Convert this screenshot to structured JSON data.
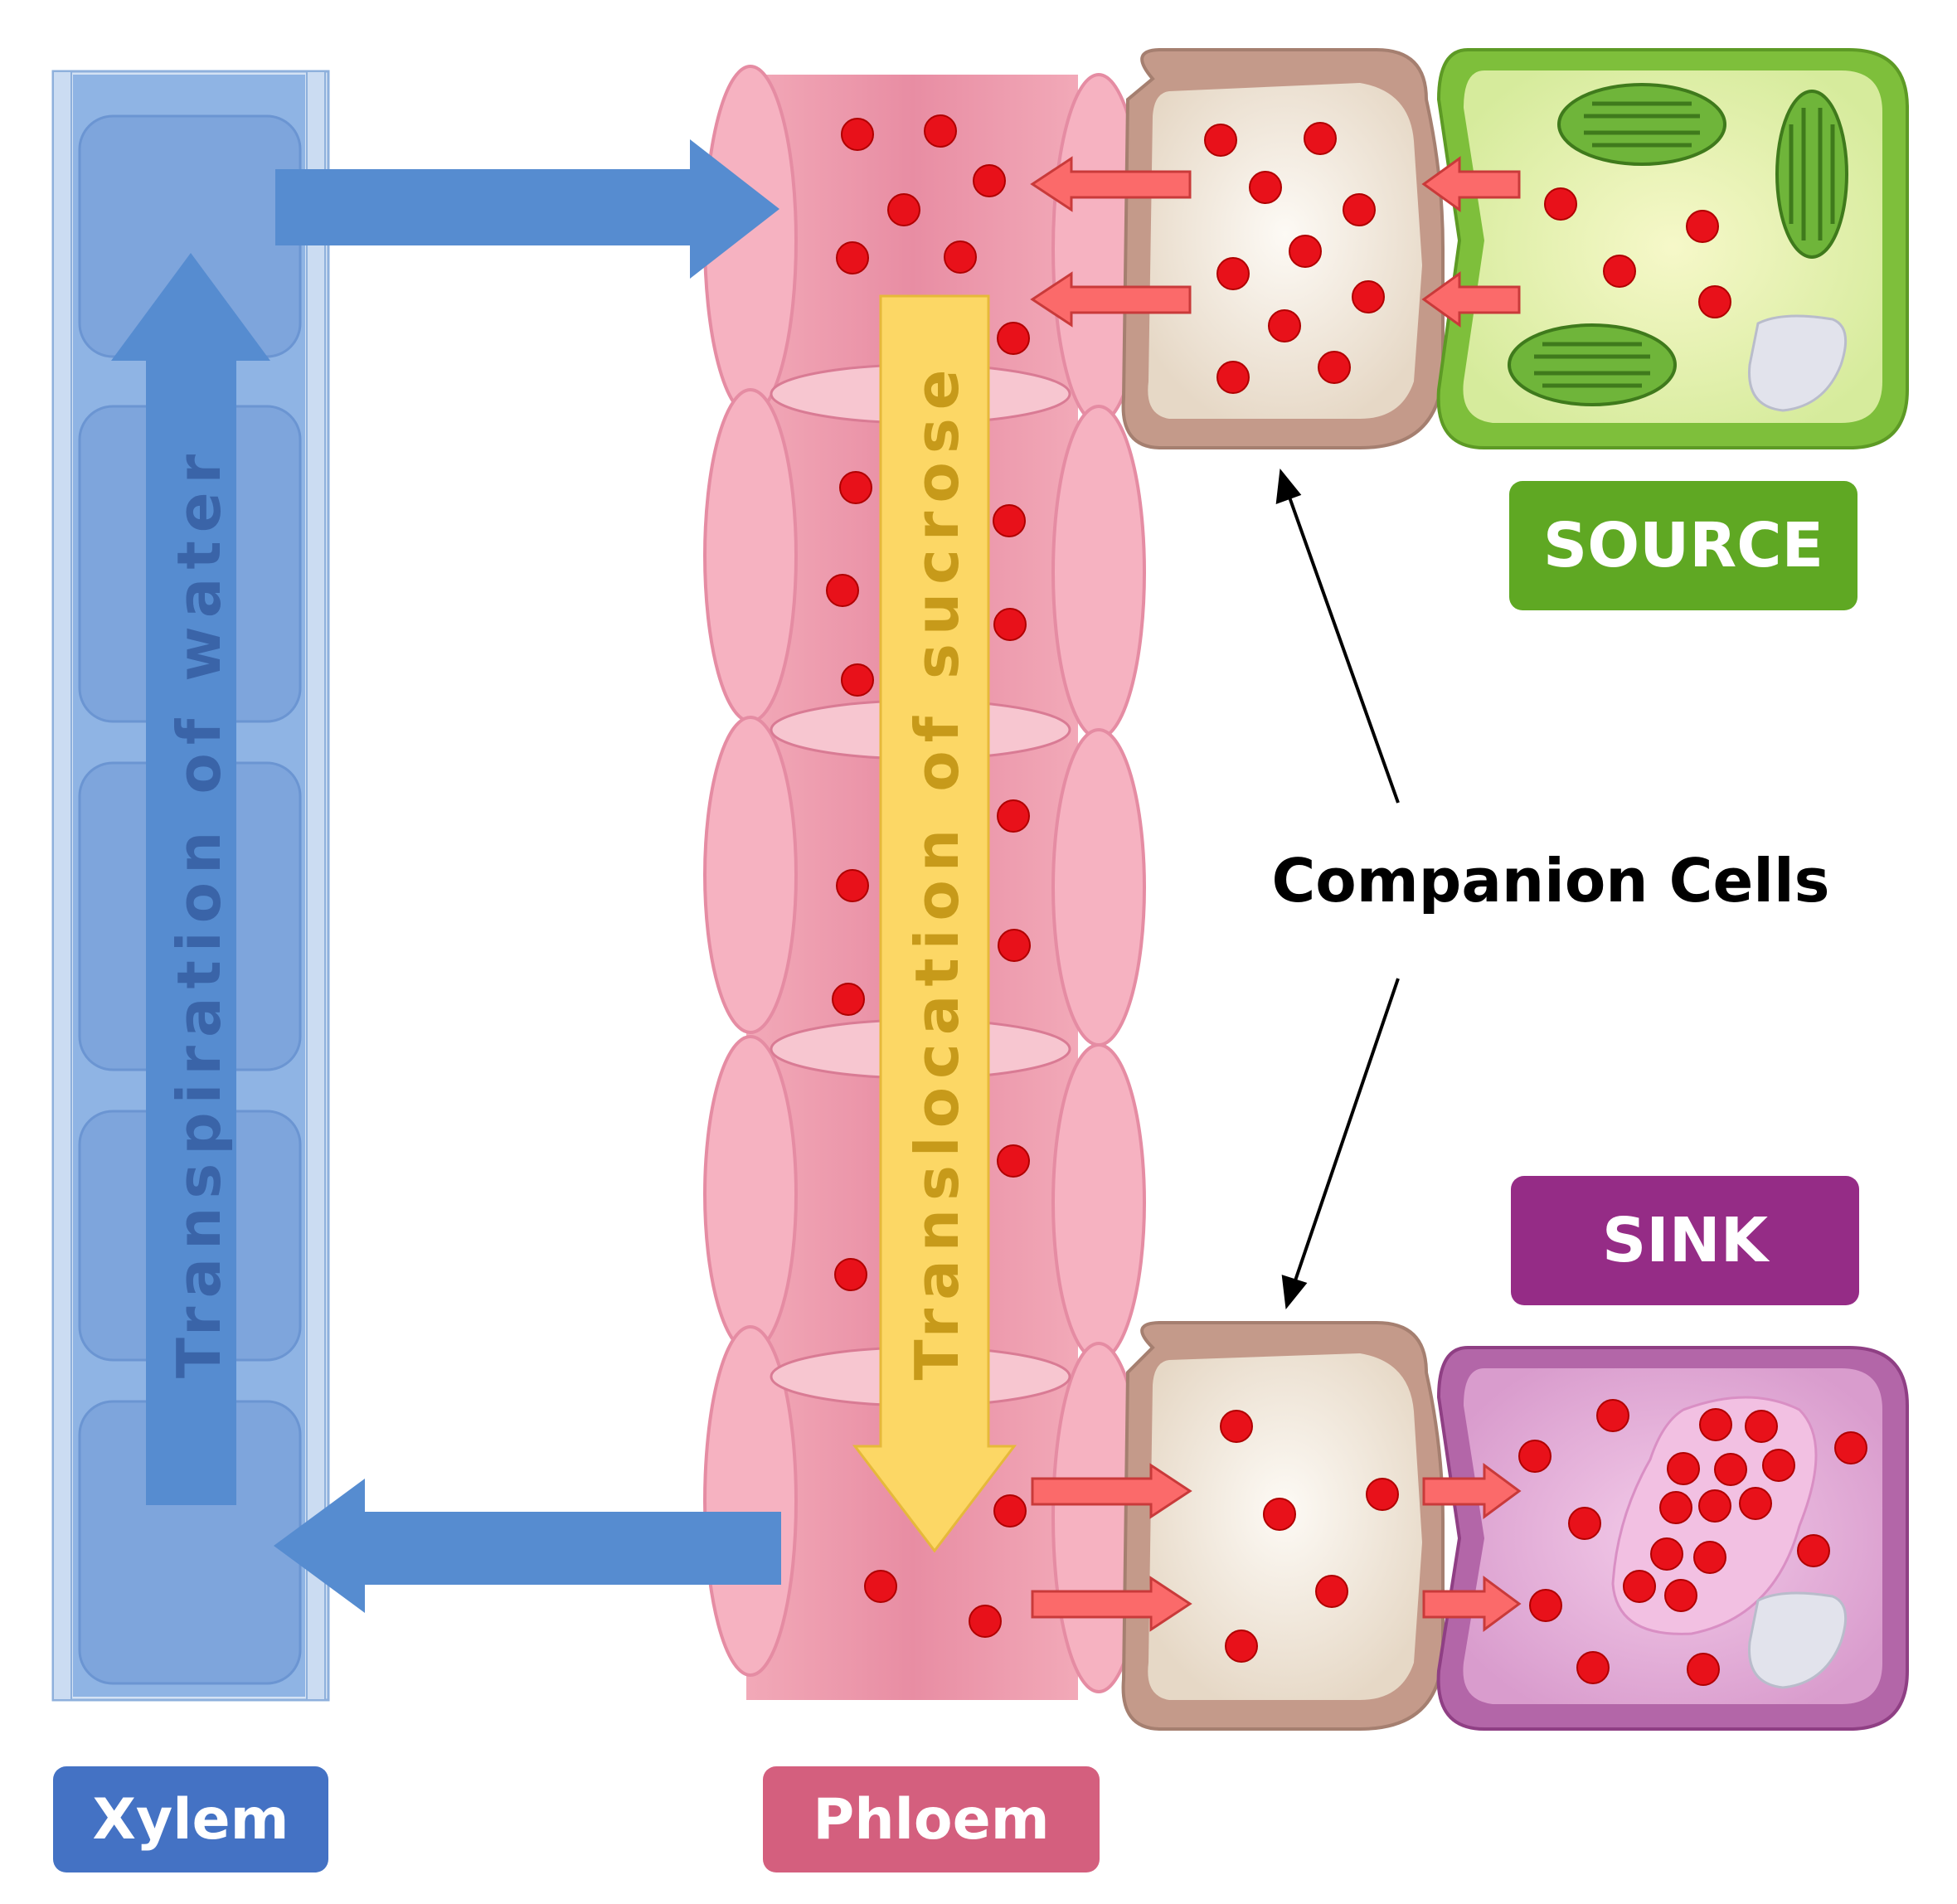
{
  "labels": {
    "xylem": "Xylem",
    "phloem": "Phloem",
    "source": "SOURCE",
    "sink": "SINK",
    "companion_cells": "Companion Cells",
    "transpiration": "Transpiration of water",
    "translocation": "Translocation of sucrose"
  },
  "colors": {
    "xylem_label": "#4472c4",
    "phloem_label": "#d45f7e",
    "source_label": "#5fa823",
    "sink_label": "#952c86",
    "water_arrow": "#568cd0",
    "sucrose_arrow": "#fcd765",
    "sucrose_dot": "#e8111a",
    "transfer_arrow": "#fb6a6a"
  }
}
